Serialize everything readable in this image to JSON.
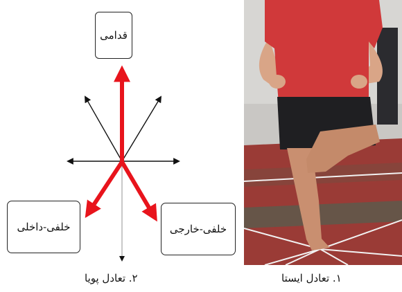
{
  "diagram": {
    "label_top": "قدامی",
    "label_left": "خلفی-داخلی",
    "label_right": "خلفی-خارجی",
    "caption": "۲. تعادل پویا",
    "arrow_color_main": "#e8141c",
    "arrow_color_minor": "#111111"
  },
  "photo": {
    "caption": "۱. تعادل ایستا",
    "shirt_color": "#d0393a",
    "floor_color": "#9a3b36"
  }
}
